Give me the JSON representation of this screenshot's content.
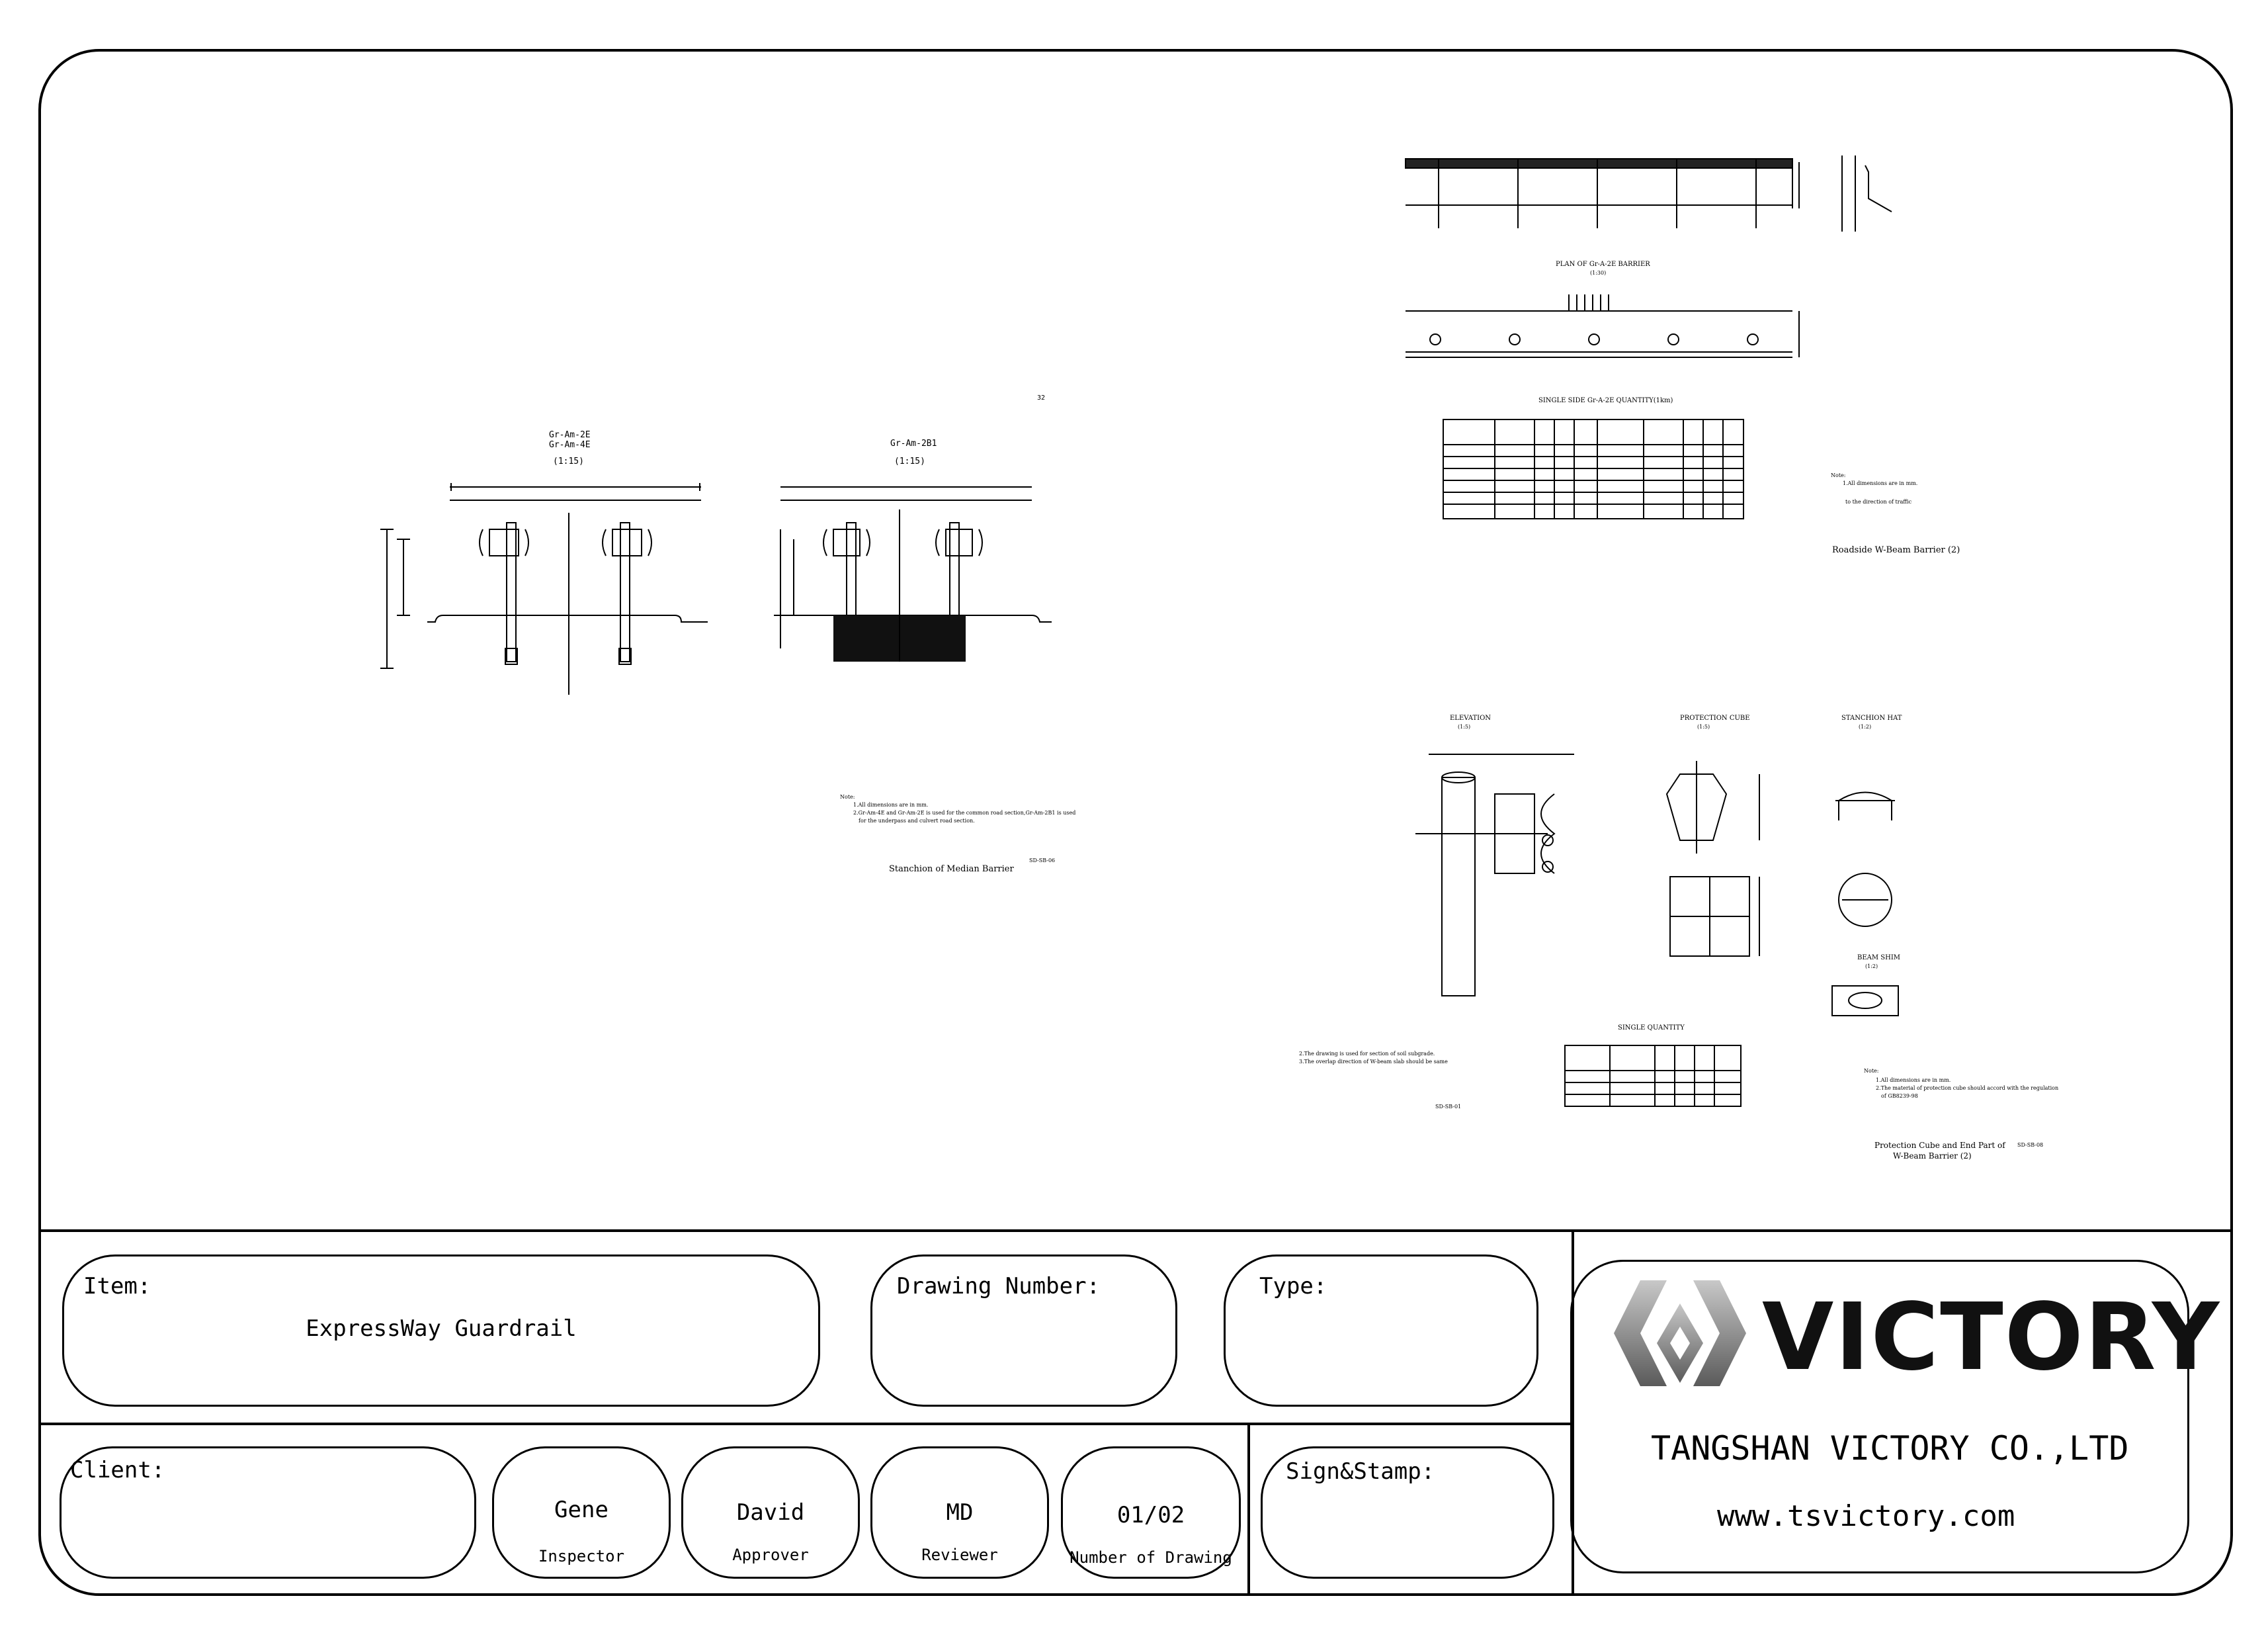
{
  "drawing_area": {
    "median_barrier": {
      "label_left_1": "Gr-Am-2E",
      "label_left_2": "Gr-Am-4E",
      "label_left_scale": "(1:15)",
      "label_right_1": "Gr-Am-2B1",
      "label_right_scale": "(1:15)",
      "title": "Stanchion of Median Barrier",
      "code": "SD-SB-06",
      "page_mark": "32",
      "note_head": "Note:",
      "note_1": "1.All dimensions are in mm.",
      "note_2": "2.Gr-Am-4E and Gr-Am-2E is used for the common road section,Gr-Am-2B1 is used",
      "note_3": "for the underpass and culvert road section."
    },
    "roadside_barrier": {
      "plan_title": "PLAN OF Gr-A-2E BARRIER",
      "plan_scale": "(1:30)",
      "table_title": "SINGLE SIDE Gr-A-2E QUANTITY(1km)",
      "title": "Roadside W-Beam Barrier (2)",
      "note_head": "Note:",
      "note_1": "1.All dimensions are in mm.",
      "note_2": "to the direction of traffic"
    },
    "protection_cube": {
      "elevation": "ELEVATION",
      "protection_cube": "PROTECTION CUBE",
      "stanchion_hat": "STANCHION HAT",
      "beam_shim": "BEAM SHIM",
      "scale_1": "(1:5)",
      "scale_2": "(1:5)",
      "scale_3": "(1:2)",
      "scale_4": "(1:2)",
      "table_title": "SINGLE QUANTITY",
      "title_1": "Protection Cube and End Part of",
      "title_2": "W-Beam Barrier (2)",
      "code": "SD-SB-08",
      "code_left": "SD-SB-01",
      "note_left_1": "2.The drawing is used for section of soil subgrade.",
      "note_left_2": "3.The overlap direction of W-beam slab should be same",
      "note_head": "Note:",
      "note_1": "1.All dimensions are in mm.",
      "note_2": "2.The material of protection cube should accord with the regulation",
      "note_3": "of GB8239-98"
    }
  },
  "title_block": {
    "item_label": "Item:",
    "item_value": "ExpressWay Guardrail",
    "drawing_number_label": "Drawing Number:",
    "type_label": "Type:",
    "client_label": "Client:",
    "inspector_name": "Gene",
    "inspector_role": "Inspector",
    "approver_name": "David",
    "approver_role": "Approver",
    "reviewer_name": "MD",
    "reviewer_role": "Reviewer",
    "drawing_count": "01/02",
    "drawing_count_label": "Number of Drawing",
    "sign_label": "Sign&Stamp:",
    "logo_word": "VICTORY",
    "company": "TANGSHAN VICTORY CO.,LTD",
    "website": "www.tsvictory.com"
  }
}
